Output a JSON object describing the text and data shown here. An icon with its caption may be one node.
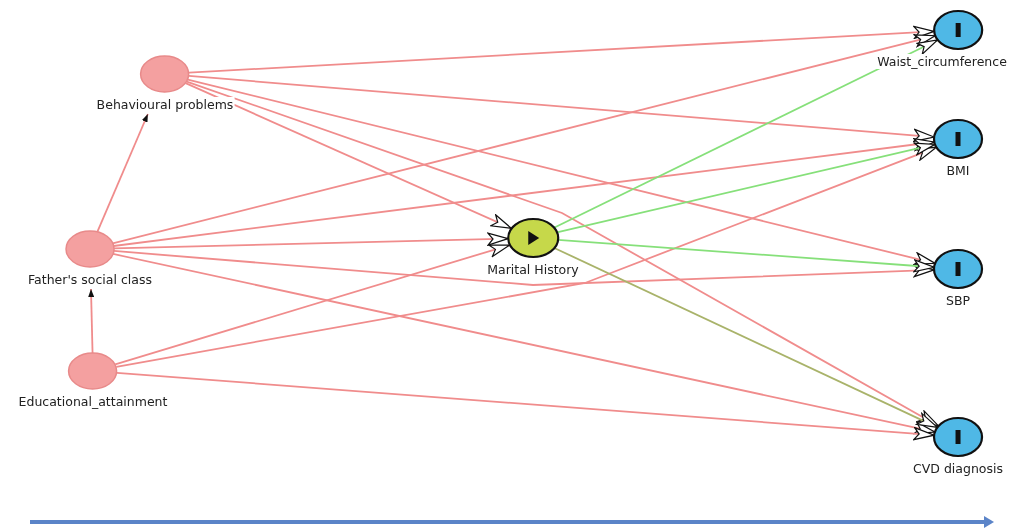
{
  "diagram": {
    "nodes": [
      {
        "text": [
          "Behavioural problems"
        ]
      },
      {
        "text": [
          "Father's social class"
        ]
      },
      {
        "text": [
          "Educational_attainment"
        ]
      },
      {
        "text": [
          "Marital History"
        ]
      },
      {
        "text": [
          "Waist_circumference"
        ]
      },
      {
        "text": [
          "BMI"
        ]
      },
      {
        "text": [
          "SBP"
        ]
      },
      {
        "text": [
          "CVD diagnosis"
        ]
      }
    ],
    "edges": [
      {
        "from": 1,
        "to": 0,
        "arrow": "to"
      },
      {
        "from": 2,
        "to": 1,
        "arrow": "to"
      },
      {
        "from": 0,
        "to": 4,
        "arrow": "to"
      },
      {
        "from": 0,
        "to": 5,
        "arrow": "to"
      },
      {
        "from": 0,
        "to": 6,
        "arrow": "to"
      },
      {
        "from": 0,
        "to": 3,
        "arrow": "to"
      },
      {
        "from": 0,
        "to": 7,
        "arrow": "to"
      },
      {
        "from": 1,
        "to": 4,
        "arrow": "to"
      },
      {
        "from": 1,
        "to": 5,
        "arrow": "to"
      },
      {
        "from": 1,
        "to": 3,
        "arrow": "to"
      },
      {
        "from": 1,
        "to": 6,
        "arrow": "to"
      },
      {
        "from": 1,
        "to": 7,
        "arrow": "to"
      },
      {
        "from": 2,
        "to": 3,
        "arrow": "to"
      },
      {
        "from": 2,
        "to": 5,
        "arrow": "to"
      },
      {
        "from": 2,
        "to": 7,
        "arrow": "to"
      },
      {
        "from": 3,
        "to": 4,
        "arrow": "to",
        "color": "#86e07a"
      },
      {
        "from": 3,
        "to": 5,
        "arrow": "to",
        "color": "#86e07a"
      },
      {
        "from": 3,
        "to": 6,
        "arrow": "to",
        "color": "#86e07a"
      },
      {
        "from": 3,
        "to": 7,
        "arrow": "to",
        "color": "#a9b36a"
      }
    ]
  }
}
